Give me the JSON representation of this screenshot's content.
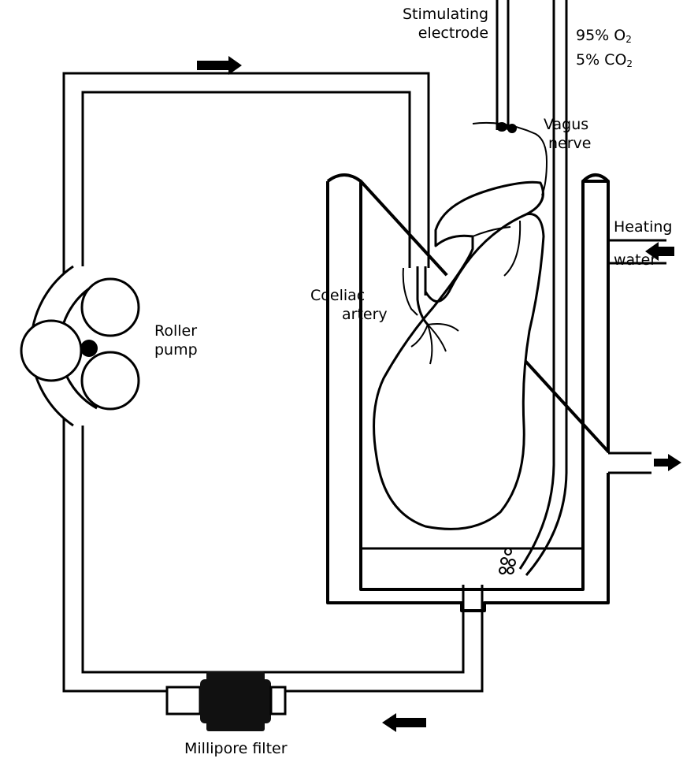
{
  "labels": {
    "stimulating_electrode": [
      "Stimulating",
      "electrode"
    ],
    "gas_o2": {
      "prefix": "95% O",
      "subscript": "2"
    },
    "gas_co2": {
      "prefix": "5% CO",
      "subscript": "2"
    },
    "vagus_nerve": [
      "Vagus",
      "nerve"
    ],
    "heating_water": [
      "Heating",
      "water"
    ],
    "coeliac_artery": [
      "Coeliac",
      "artery"
    ],
    "roller_pump": [
      "Roller",
      "pump"
    ],
    "millipore_filter": "Millipore filter"
  },
  "colors": {
    "ink": "#000000",
    "paper": "#ffffff"
  }
}
